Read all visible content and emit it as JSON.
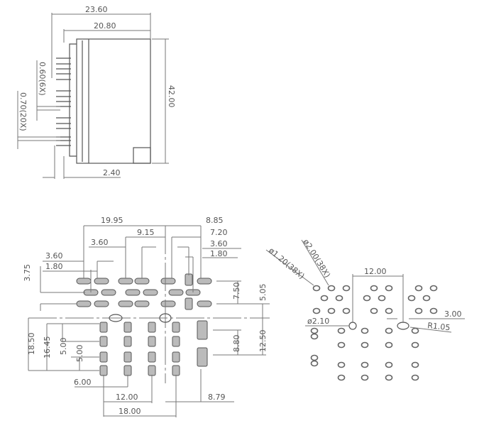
{
  "side_view": {
    "overall_depth": "23.60",
    "body_depth": "20.80",
    "height": "42.00",
    "pin_offset": "2.40",
    "pin_width_small": "0.60(6X)",
    "pin_width_large": "0.70(20X)"
  },
  "footprint_dims": {
    "d1995": "19.95",
    "d885": "8.85",
    "d915": "9.15",
    "d720": "7.20",
    "d360a": "3.60",
    "d360b": "3.60",
    "d180b": "1.80",
    "d360c": "3.60",
    "d180c": "1.80",
    "d375": "3.75",
    "d750": "7.50",
    "d505": "5.05",
    "d1250": "12.50",
    "d880": "8.80",
    "d1850": "18.50",
    "d1645": "16.45",
    "d500a": "5.00",
    "d500b": "5.00",
    "d600": "6.00",
    "d1200": "12.00",
    "d1800": "18.00",
    "d879": "8.79"
  },
  "hole_pattern": {
    "small_hole": "ø1.20(38X)",
    "large_hole": "ø2.00(38X)",
    "spacing": "12.00",
    "post_hole": "ø2.10",
    "slot_width": "3.00",
    "slot_radius": "R1.05"
  }
}
